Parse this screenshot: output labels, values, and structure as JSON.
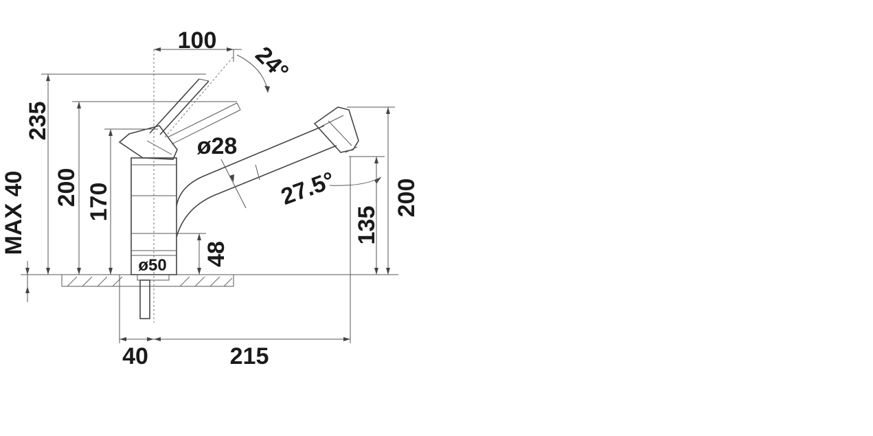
{
  "dimensions": {
    "top_width": "100",
    "lever_angle": "24°",
    "height_235": "235",
    "height_200_left": "200",
    "height_170": "170",
    "max_deck": "MAX 40",
    "spout_diameter": "ø28",
    "spout_angle": "27.5°",
    "body_diameter": "ø50",
    "base_height": "48",
    "outlet_height": "135",
    "height_200_right": "200",
    "bottom_offset": "40",
    "reach": "215"
  }
}
